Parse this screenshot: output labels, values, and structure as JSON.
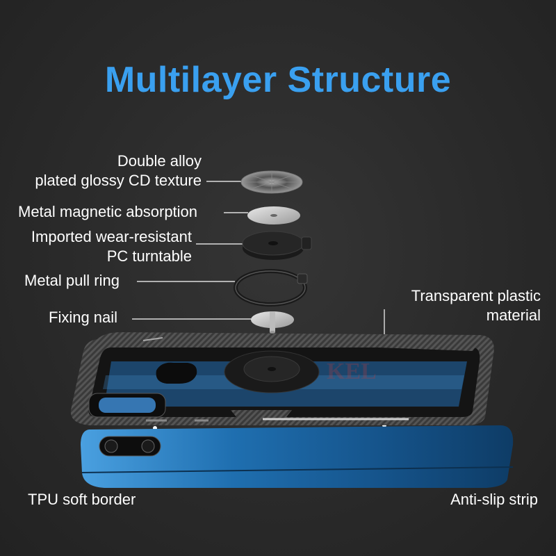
{
  "title": "Multilayer Structure",
  "labels": {
    "cd_texture_line1": "Double alloy",
    "cd_texture_line2": "plated glossy CD texture",
    "magnetic": "Metal magnetic absorption",
    "pc_line1": "Imported wear-resistant",
    "pc_line2": "PC turntable",
    "pull_ring": "Metal pull ring",
    "fixing_nail": "Fixing nail",
    "transparent_line1": "Transparent plastic",
    "transparent_line2": "material",
    "tpu_border": "TPU soft border",
    "anti_slip": "Anti-slip strip"
  },
  "watermark": "KEL",
  "colors": {
    "title": "#3aa0f0",
    "background": "#2b2b2b",
    "text": "#ffffff",
    "phone_blue": "#1f6fb0"
  }
}
